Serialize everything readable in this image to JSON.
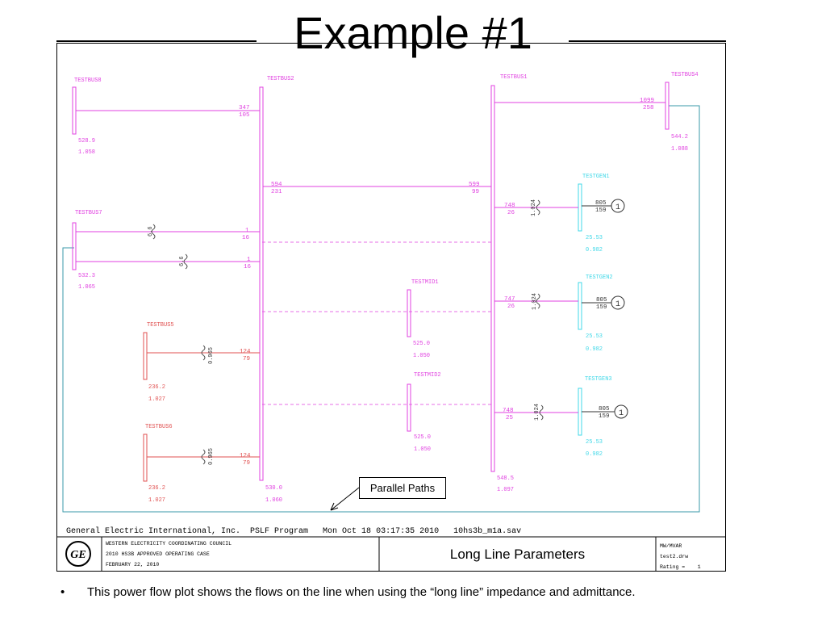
{
  "slide": {
    "title": "Example #1",
    "bullet": "•",
    "bullet_text": "This power flow plot shows the flows on the line when using the “long line” impedance and admittance."
  },
  "callout": {
    "label": "Parallel Paths"
  },
  "buses": {
    "testbus8": {
      "name": "TESTBUS8",
      "v1": "528.9",
      "v2": "1.058"
    },
    "testbus2": {
      "name": "TESTBUS2",
      "v1": "530.0",
      "v2": "1.060"
    },
    "testbus1": {
      "name": "TESTBUS1",
      "v1": "548.5",
      "v2": "1.097"
    },
    "testbus4": {
      "name": "TESTBUS4",
      "v1": "544.2",
      "v2": "1.088"
    },
    "testbus7": {
      "name": "TESTBUS7",
      "v1": "532.3",
      "v2": "1.065"
    },
    "testbus5": {
      "name": "TESTBUS5",
      "v1": "236.2",
      "v2": "1.027"
    },
    "testbus6": {
      "name": "TESTBUS6",
      "v1": "236.2",
      "v2": "1.027"
    },
    "testmid1": {
      "name": "TESTMID1",
      "v1": "525.0",
      "v2": "1.050"
    },
    "testmid2": {
      "name": "TESTMID2",
      "v1": "525.0",
      "v2": "1.050"
    },
    "testgen1": {
      "name": "TESTGEN1",
      "v1": "25.53",
      "v2": "0.982"
    },
    "testgen2": {
      "name": "TESTGEN2",
      "v1": "25.53",
      "v2": "0.982"
    },
    "testgen3": {
      "name": "TESTGEN3",
      "v1": "25.53",
      "v2": "0.982"
    }
  },
  "flows": {
    "b8_b2": [
      "347",
      "105"
    ],
    "b2_b1_left": [
      "594",
      "231"
    ],
    "b2_b1_right": [
      "599",
      "99"
    ],
    "b1_b4": [
      "1099",
      "258"
    ],
    "b7_b2_a": [
      "1",
      "16"
    ],
    "b7_b2_b": [
      "1",
      "16"
    ],
    "b5_b2": [
      "124",
      "79"
    ],
    "b6_b2": [
      "124",
      "79"
    ],
    "b1_g1": [
      "748",
      "26"
    ],
    "b1_g2": [
      "747",
      "26"
    ],
    "b1_g3": [
      "748",
      "25"
    ],
    "gen1": [
      "805",
      "159"
    ],
    "gen2": [
      "805",
      "159"
    ],
    "gen3": [
      "805",
      "159"
    ]
  },
  "taps": {
    "b7a": "6.6",
    "b7b": "6.6",
    "b5": "0.965",
    "b6": "0.965",
    "g1": "1.024",
    "g2": "1.024",
    "g3": "1.024"
  },
  "gen_id": "1",
  "footer": {
    "program_line": "General Electric International, Inc.  PSLF Program   Mon Oct 18 03:17:35 2010   10hs3b_m1a.sav",
    "info1": "WESTERN ELECTRICITY COORDINATING COUNCIL",
    "info2": "2010 HS3B APPROVED OPERATING CASE",
    "info3": "FEBRUARY 22, 2010",
    "logo": "GE",
    "center_title": "Long Line Parameters",
    "units": "MW/MVAR",
    "drawing": "test2.drw",
    "rating": "Rating =    1"
  },
  "colors": {
    "bus500": "#e040e0",
    "bus230": "#e05050",
    "gen": "#40d8e8",
    "frame_teal": "#3a9aaa"
  }
}
